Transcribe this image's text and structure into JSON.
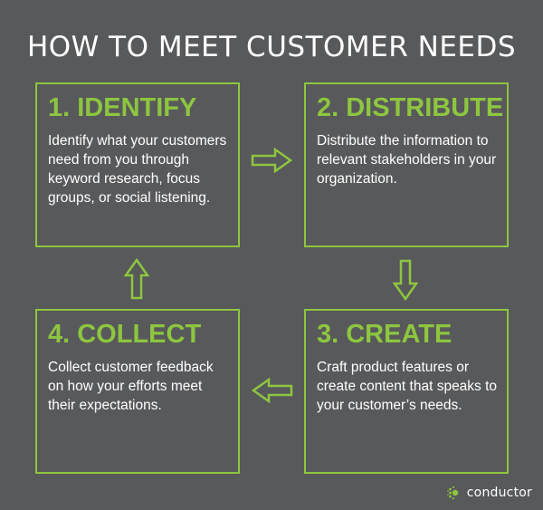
{
  "title": "HOW TO MEET CUSTOMER NEEDS",
  "colors": {
    "background": "#58595b",
    "accent": "#8dc63f",
    "text": "#ffffff"
  },
  "steps": [
    {
      "title": "1. IDENTIFY",
      "body": "Identify what your customers need from you through keyword research, focus groups, or social listening."
    },
    {
      "title": "2. DISTRIBUTE",
      "body": "Distribute the information to relevant stakeholders in your organization."
    },
    {
      "title": "3. CREATE",
      "body": "Craft product features or create content that speaks to your customer’s needs."
    },
    {
      "title": "4. COLLECT",
      "body": "Collect customer feedback on how your efforts meet their expectations."
    }
  ],
  "arrows": [
    {
      "from": "1. IDENTIFY",
      "to": "2. DISTRIBUTE",
      "icon": "arrow-right-icon"
    },
    {
      "from": "2. DISTRIBUTE",
      "to": "3. CREATE",
      "icon": "arrow-down-icon"
    },
    {
      "from": "3. CREATE",
      "to": "4. COLLECT",
      "icon": "arrow-left-icon"
    },
    {
      "from": "4. COLLECT",
      "to": "1. IDENTIFY",
      "icon": "arrow-up-icon"
    }
  ],
  "brand": {
    "name": "conductor",
    "icon": "conductor-logo-icon"
  }
}
